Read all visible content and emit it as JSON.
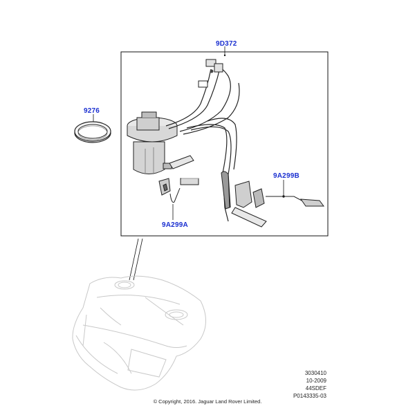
{
  "callouts": {
    "pump_module": "9D372",
    "seal_ring": "9276",
    "sender_b": "9A299B",
    "sender_a": "9A299A"
  },
  "reference": {
    "code": "3030410",
    "date": "10-2009",
    "model": "44SDEF",
    "illustration_id": "P0143335-03"
  },
  "copyright": "© Copyright, 2016. Jaguar Land Rover Limited."
}
